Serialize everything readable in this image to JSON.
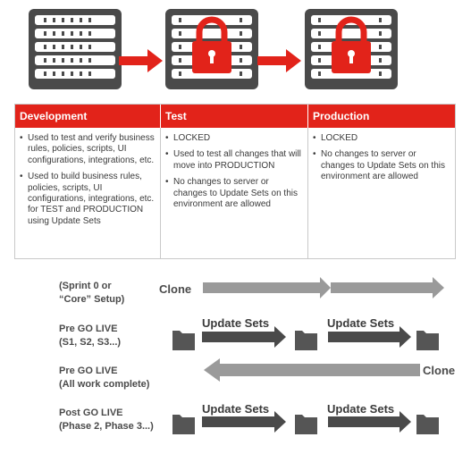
{
  "servers": [
    {
      "name": "development",
      "locked": false
    },
    {
      "name": "test",
      "locked": true
    },
    {
      "name": "production",
      "locked": true
    }
  ],
  "icons": {
    "server": "server-rack-icon",
    "lock": "padlock-icon",
    "folder": "folder-icon",
    "arrow": "right-arrow-icon"
  },
  "colors": {
    "accent_red": "#e2231a",
    "server_dark": "#4a4a4a",
    "arrow_gray": "#9a9a9a",
    "folder_dark": "#555555"
  },
  "table": {
    "columns": [
      {
        "title": "Development",
        "bullets": [
          "Used to test and verify business rules, policies, scripts, UI configurations, integrations, etc.",
          "Used to build business rules, policies, scripts, UI configurations, integrations, etc. for TEST and PRODUCTION using Update Sets"
        ]
      },
      {
        "title": "Test",
        "bullets": [
          "LOCKED",
          "Used to test all changes that will move into PRODUCTION",
          "No changes to server or changes to Update Sets on this environment are allowed"
        ]
      },
      {
        "title": "Production",
        "bullets": [
          "LOCKED",
          "No changes to server or changes to Update Sets on this environment are allowed"
        ]
      }
    ]
  },
  "flow": {
    "rows": [
      {
        "label_line1": "(Sprint 0 or",
        "label_line2": "“Core” Setup)",
        "action": "Clone",
        "direction": "forward"
      },
      {
        "label_line1": "Pre GO LIVE",
        "label_line2": "(S1, S2, S3...)",
        "action": "Update Sets",
        "direction": "forward"
      },
      {
        "label_line1": "Pre GO LIVE",
        "label_line2": "(All work complete)",
        "action": "Clone",
        "direction": "backward"
      },
      {
        "label_line1": "Post GO LIVE",
        "label_line2": "(Phase 2, Phase 3...)",
        "action": "Update Sets",
        "direction": "forward"
      }
    ]
  }
}
